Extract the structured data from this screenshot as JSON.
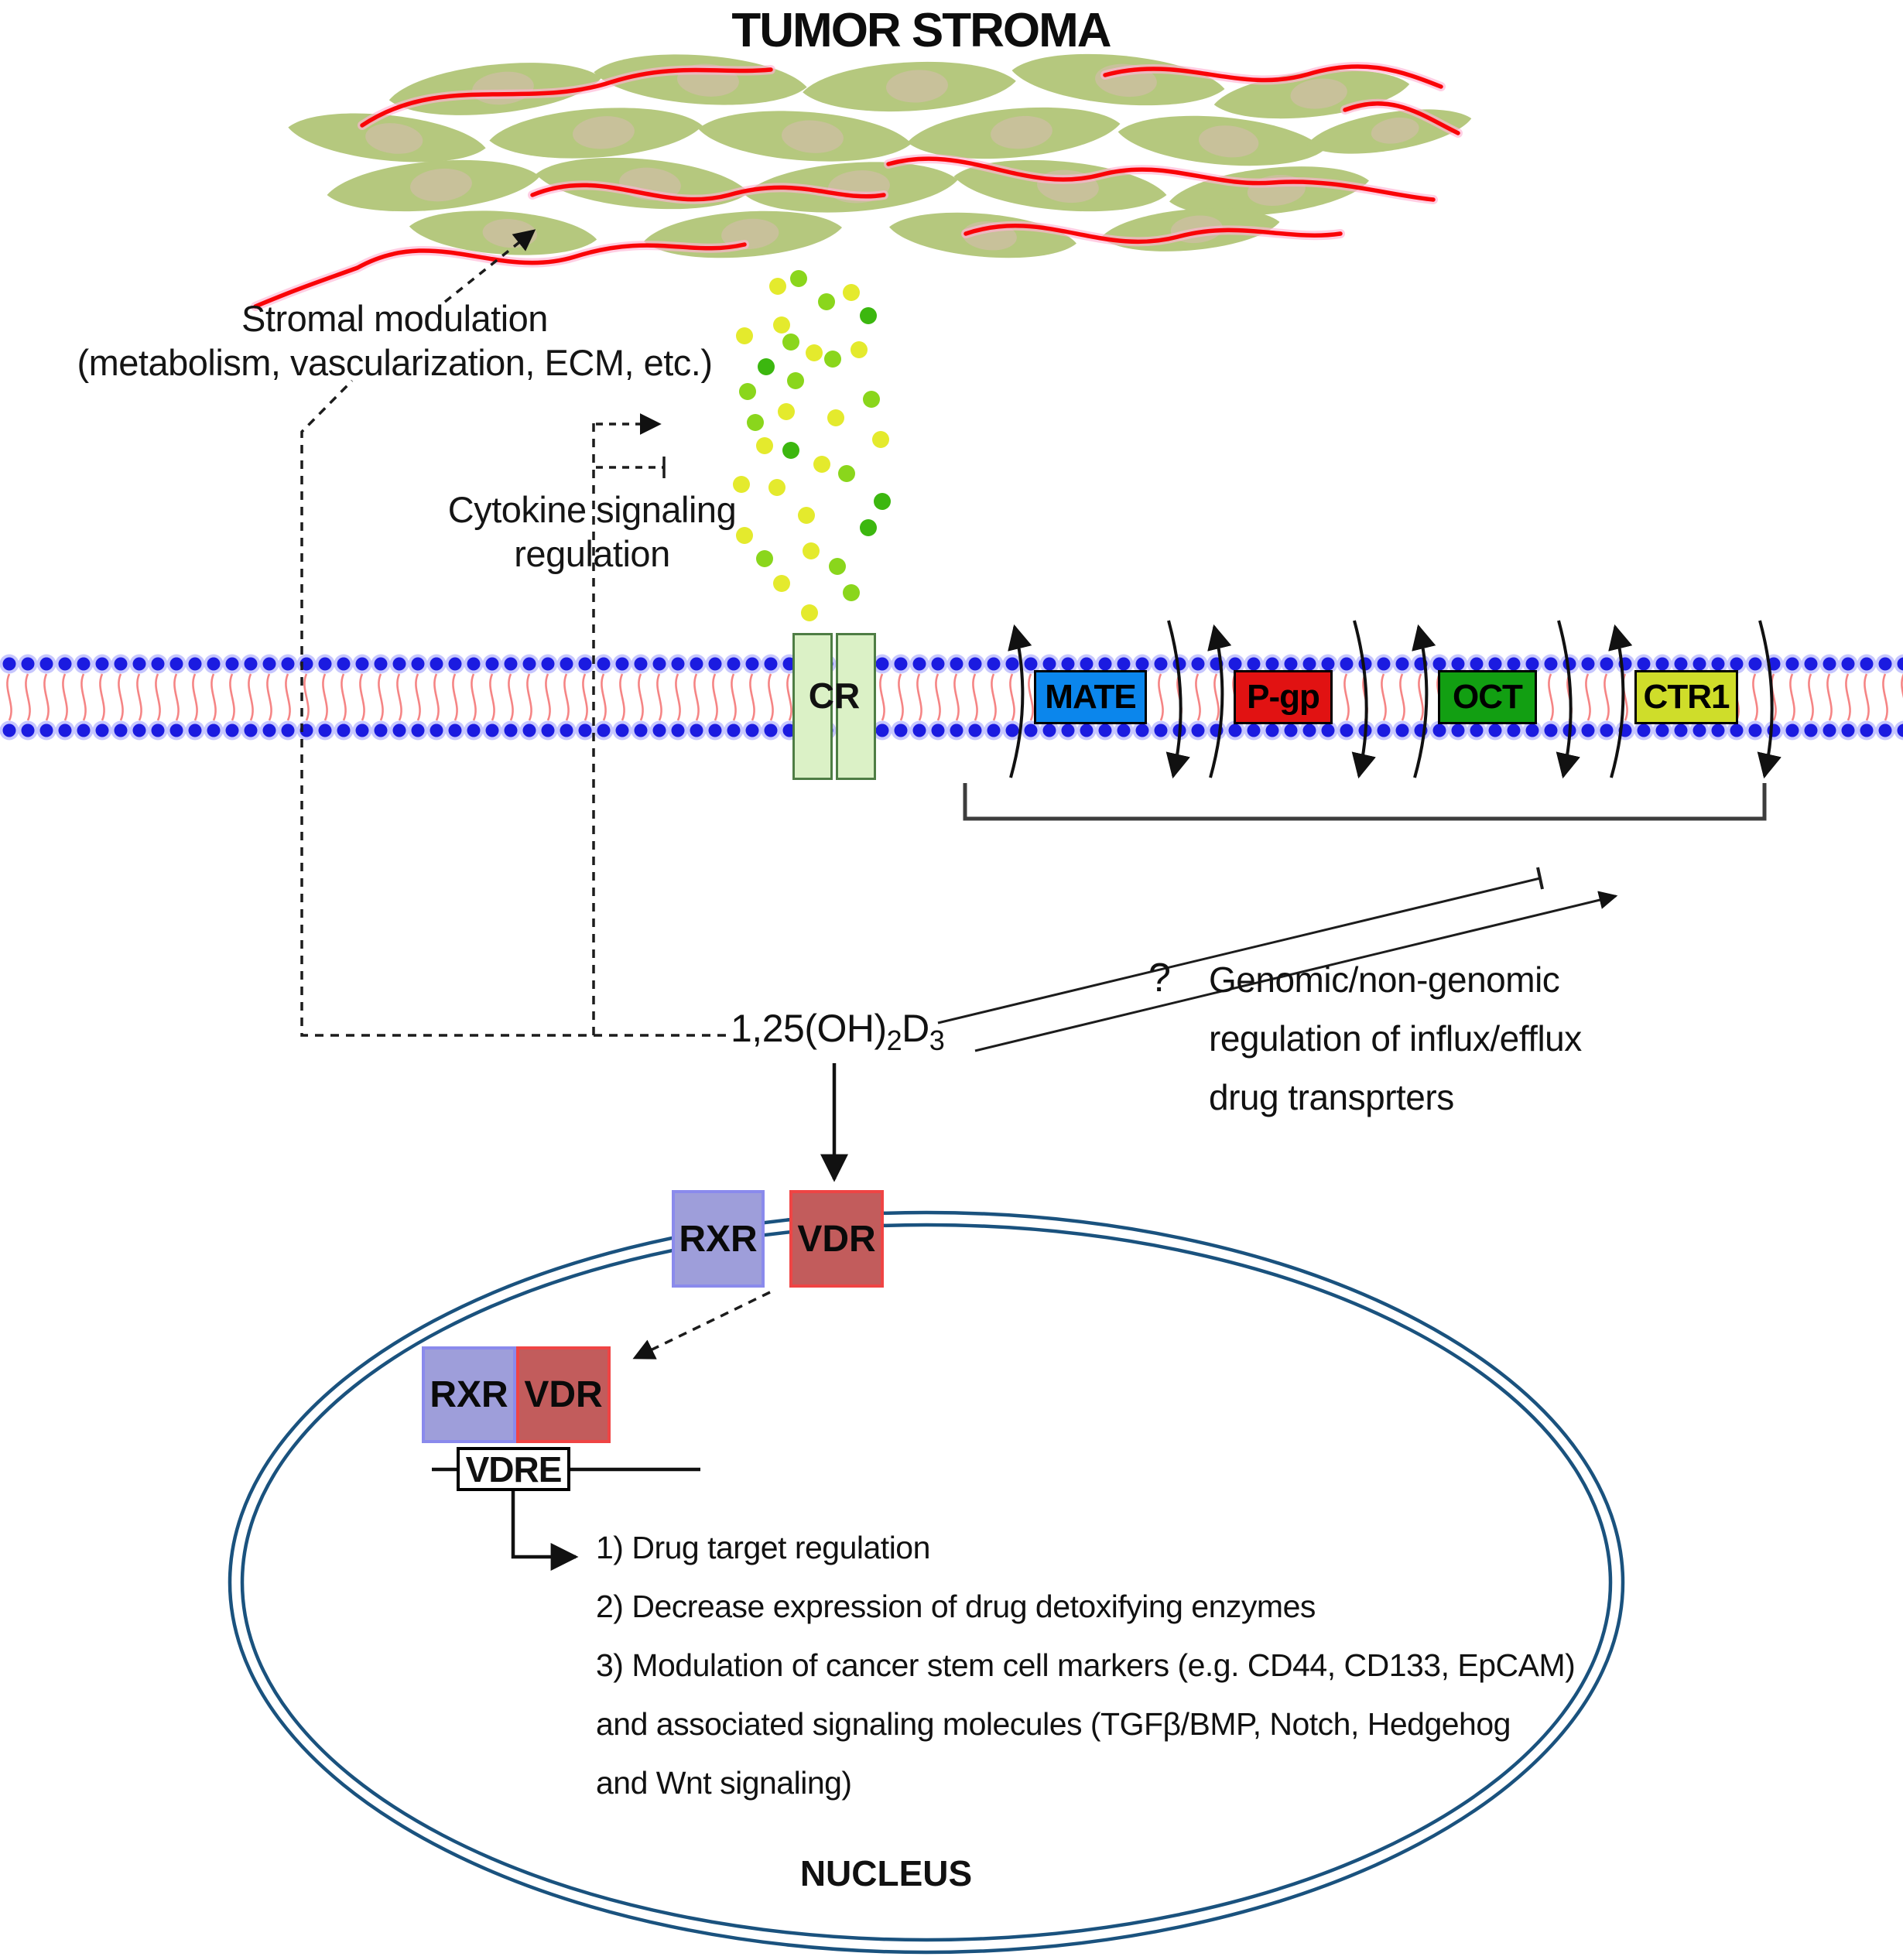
{
  "title": "TUMOR STROMA",
  "stroma": {
    "label_line1": "Stromal modulation",
    "label_line2": "(metabolism, vascularization, ECM, etc.)"
  },
  "cytokine": {
    "label_line1": "Cytokine signaling",
    "label_line2": "regulation"
  },
  "ligand": {
    "base": "1,25(OH)",
    "sub1": "2",
    "mid": "D",
    "sub2": "3"
  },
  "genomic": {
    "qmark": "?",
    "line1": "Genomic/non-genomic",
    "line2": "regulation of influx/efflux",
    "line3": "drug transprters"
  },
  "membrane": {
    "receptor_label": "CR",
    "transporters": [
      {
        "label": "MATE",
        "color": "#0b86ec"
      },
      {
        "label": "P-gp",
        "color": "#e11212"
      },
      {
        "label": "OCT",
        "color": "#129f12"
      },
      {
        "label": "CTR1",
        "color": "#cfdd2a"
      }
    ]
  },
  "nuclear_receptors": {
    "rxr": "RXR",
    "vdr": "VDR",
    "vdre": "VDRE"
  },
  "effects": [
    "1) Drug target regulation",
    "2) Decrease expression of drug detoxifying enzymes",
    "3) Modulation of cancer stem cell markers (e.g. CD44, CD133, EpCAM)",
    "and associated signaling molecules (TGFβ/BMP, Notch, Hedgehog",
    "and Wnt signaling)"
  ],
  "nucleus_label": "NUCLEUS",
  "colors": {
    "stroma_cell": "#b5c87e",
    "stroma_cell_nucleus": "#c8c19a",
    "fiber_red": "#f90408",
    "fiber_halo": "#ffb3d4",
    "dot_yellow": "#e4ea2d",
    "dot_chartreuse": "#8ad61c",
    "dot_green": "#3cb70f",
    "membrane_head_blue": "#1b1be0",
    "membrane_head_halo": "#8f8ffc",
    "membrane_tail_pink": "#f58585",
    "receptor_fill": "#dbf1c6",
    "receptor_border": "#4e7d44",
    "rxr_fill": "#9e9eda",
    "rxr_border": "#8a8aec",
    "vdr_fill": "#c25c5c",
    "vdr_border": "#ef4444",
    "nuclear_envelope": "#1a527e",
    "line_dark": "#1c1c1c",
    "bracket_gray": "#3d3d3d"
  }
}
